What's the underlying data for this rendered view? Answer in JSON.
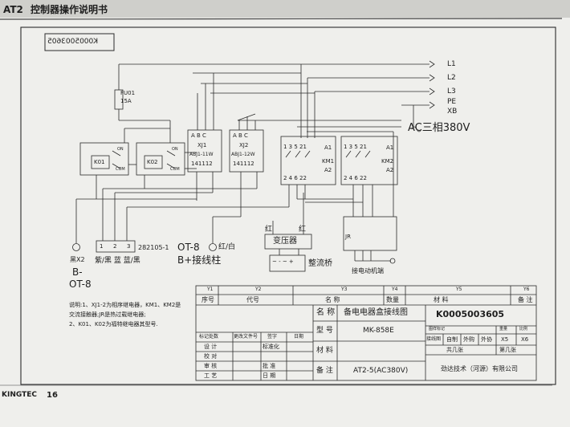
{
  "header": {
    "code": "AT2",
    "title": "控制器操作说明书"
  },
  "footer": {
    "brand": "KINGTEC",
    "page": "16"
  },
  "diagram": {
    "mirrored_code": "K0005003605",
    "power": {
      "lines": [
        "L1",
        "L2",
        "L3",
        "PE",
        "XB"
      ],
      "supply": "AC三相380V"
    },
    "fuse": {
      "name": "FU01",
      "rating": "15A"
    },
    "k01": "K01",
    "k02": "K02",
    "relay_pins": {
      "on": "ON",
      "com": "COM"
    },
    "xj1": {
      "phases": "A B C",
      "name": "XJ1",
      "model": "ABJ1-11W",
      "pins": "141112"
    },
    "xj2": {
      "phases": "A B C",
      "name": "XJ2",
      "model": "ABJ1-12W",
      "pins": "141112"
    },
    "contactor_top": "1 3 5 21",
    "contactor_bottom": "2 4 6 22",
    "km1": "KM1",
    "km2": "KM2",
    "contactor_terminals": {
      "a1": "A1",
      "a2": "A2"
    },
    "red": "红",
    "transformer": "变压器",
    "rectifier": "整流桥",
    "jr": "JR",
    "motor_terminal": "接电动机端",
    "connector_pins": [
      "1",
      "2",
      "3"
    ],
    "connector_model": "282105-1",
    "connector_colors": "紫/黑 蓝 蓝/黑",
    "black_x2": "黑X2",
    "b_minus": "B-",
    "ot8_left": "OT-8",
    "ot8_right": "OT-8",
    "red_white": "红/白",
    "b_plus": "B+接线柱"
  },
  "notes": {
    "line1": "说明:1、XJ1-2为相序继电器，KM1、KM2是",
    "line2": "交流接触器;JR是热过载继电器;",
    "line3": "2、K01、K02为福特继电器其型号."
  },
  "title_block": {
    "col_headers": [
      "Y1",
      "Y2",
      "Y3",
      "Y4",
      "Y5",
      "Y6"
    ],
    "cols": {
      "seq": "序号",
      "code": "代号",
      "name": "名  称",
      "qty": "数量",
      "material": "材  料",
      "remark": "备  注"
    },
    "name_label": "名 称",
    "name_value": "备电电器盒接线图",
    "drawing_number": "K0005003605",
    "model_label": "型 号",
    "model_value": "MK-858E",
    "material_label": "材 料",
    "remark_label": "备 注",
    "remark_value": "AT2-5(AC380V)",
    "drawing_mark": "图样标记",
    "weight": "重量",
    "scale": "比例",
    "sources": [
      "接线图",
      "自制",
      "外购",
      "外协"
    ],
    "scale_values": [
      "X5",
      "X6"
    ],
    "sheets_total": "共几张",
    "sheet_no": "第几张",
    "company": "劲达技术（河源）有限公司",
    "rows": [
      [
        "标记处数",
        "更改文件号",
        "签字",
        "日期"
      ],
      [
        "设  计",
        "",
        "标准化",
        ""
      ],
      [
        "校  对",
        "",
        "",
        ""
      ],
      [
        "审  核",
        "",
        "批  准",
        ""
      ],
      [
        "工  艺",
        "",
        "日  期",
        ""
      ]
    ]
  },
  "colors": {
    "paper": "#efefec",
    "ink": "#1e1e1e",
    "line": "#2b2b2b",
    "header_bar": "#c9c9c9"
  }
}
